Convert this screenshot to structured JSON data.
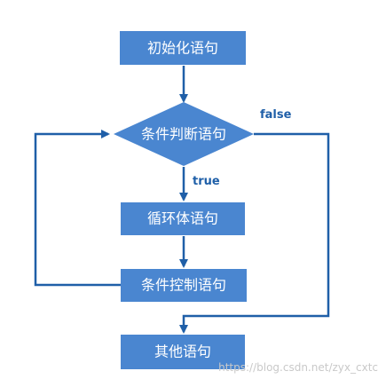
{
  "nodes": {
    "init": "初始化语句",
    "condition": "条件判断语句",
    "body": "循环体语句",
    "control": "条件控制语句",
    "other": "其他语句"
  },
  "edge_labels": {
    "true": "true",
    "false": "false"
  },
  "watermark": "https://blog.csdn.net/zyx_cxtc",
  "colors": {
    "box": "#4a86d0",
    "line": "#1f5fa8"
  }
}
